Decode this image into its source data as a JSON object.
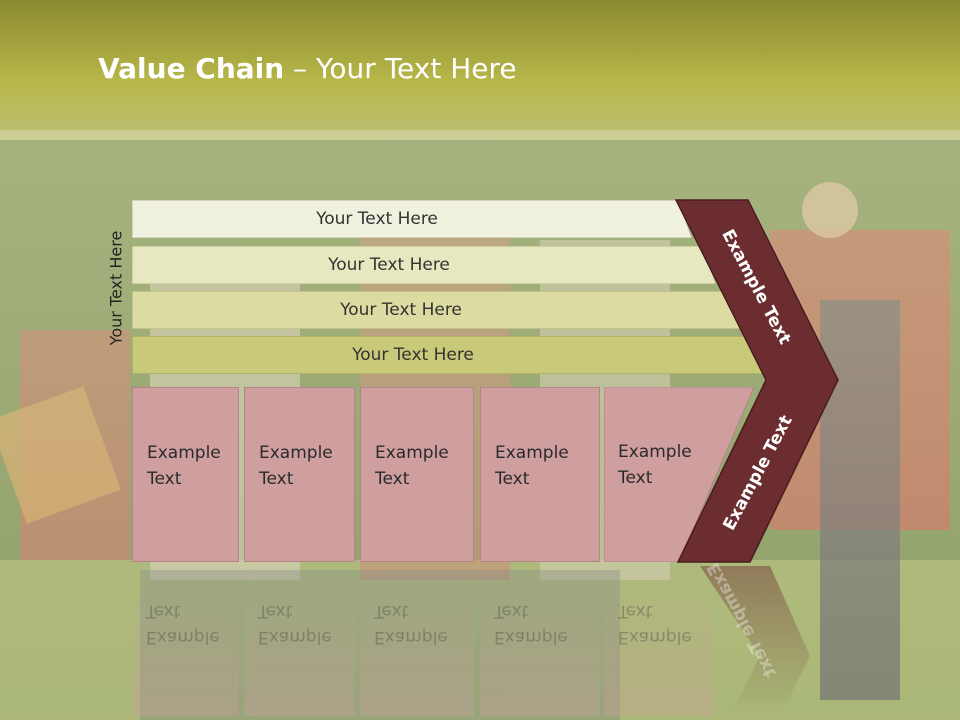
{
  "title": {
    "bold": "Value Chain",
    "rest": " – Your Text Here"
  },
  "side_label": "Your Text Here",
  "bars": [
    {
      "label": "Your Text Here"
    },
    {
      "label": "Your Text Here"
    },
    {
      "label": "Your Text Here"
    },
    {
      "label": "Your Text Here"
    }
  ],
  "boxes": [
    {
      "line1": "Example",
      "line2": "Text"
    },
    {
      "line1": "Example",
      "line2": "Text"
    },
    {
      "line1": "Example",
      "line2": "Text"
    },
    {
      "line1": "Example",
      "line2": "Text"
    },
    {
      "line1": "Example",
      "line2": "Text"
    }
  ],
  "chevron": {
    "upper": "Example Text",
    "lower": "Example Text"
  },
  "colors": {
    "header": "#a8a83a",
    "bar_light": "#f1f1e0",
    "bar_mid": "#e7e7c0",
    "bar_dark": "#c9c97a",
    "box": "#cf9fa0",
    "chevron": "#6b2d30"
  },
  "background": "photo-of-colonial-fife-and-drum-corps"
}
